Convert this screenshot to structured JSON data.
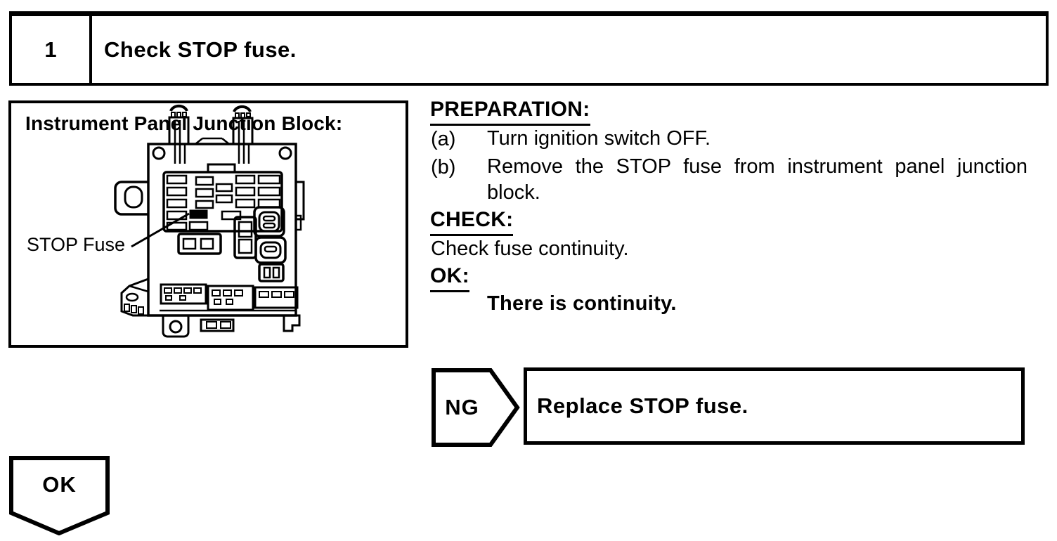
{
  "colors": {
    "ink": "#000000",
    "paper": "#ffffff"
  },
  "step_header": {
    "number": "1",
    "title": "Check STOP fuse."
  },
  "figure": {
    "title": "Instrument Panel Junction Block:",
    "callout_label": "STOP Fuse"
  },
  "instructions": {
    "preparation": {
      "heading": "PREPARATION:",
      "items": [
        {
          "marker": "(a)",
          "text": "Turn ignition switch OFF."
        },
        {
          "marker": "(b)",
          "text_line1": "Remove the STOP fuse from instrument panel junction",
          "text_line2": "block."
        }
      ]
    },
    "check": {
      "heading": "CHECK:",
      "text": "Check fuse continuity."
    },
    "ok": {
      "heading": "OK:",
      "result": "There is continuity."
    }
  },
  "flow": {
    "ng": {
      "label": "NG",
      "action": "Replace STOP fuse."
    },
    "ok": {
      "label": "OK"
    }
  }
}
